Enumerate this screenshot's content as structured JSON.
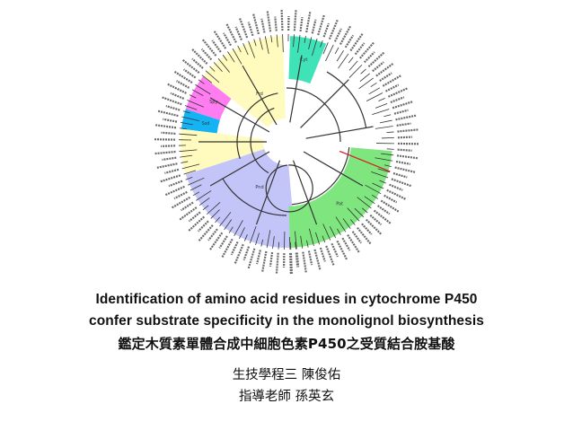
{
  "figure": {
    "name": "phylogenetic-tree",
    "clades": [
      {
        "label": "Cyt",
        "color": "#40e3b8"
      },
      {
        "label": "Spy",
        "color": "#ff7cf1"
      },
      {
        "label": "Ssd",
        "color": "#14b4f4"
      },
      {
        "label": "Frd",
        "color": "#fffbbf"
      },
      {
        "label": "Pnd",
        "color": "#c3c5f8"
      },
      {
        "label": "Pat",
        "color": "#7fe67f"
      }
    ]
  },
  "title": {
    "line1": "Identification of amino acid residues in cytochrome P450",
    "line2": "confer substrate specificity in the monolignol biosynthesis",
    "line3": "鑑定木質素單體合成中細胞色素P450之受質結合胺基酸"
  },
  "presenter": {
    "line": "生技學程三 陳俊佑"
  },
  "advisor": {
    "line": "指導老師 孫英玄"
  }
}
